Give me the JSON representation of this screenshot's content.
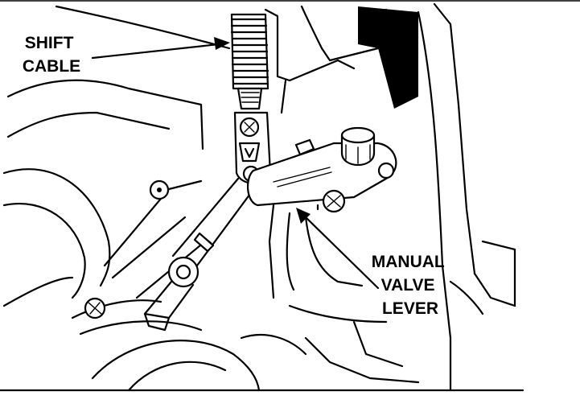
{
  "labels": {
    "shift_cable": [
      "SHIFT",
      "CABLE"
    ],
    "manual_valve_lever": [
      "MANUAL",
      "VALVE",
      "LEVER"
    ]
  },
  "colors": {
    "ink": "#000000",
    "background": "#ffffff"
  }
}
